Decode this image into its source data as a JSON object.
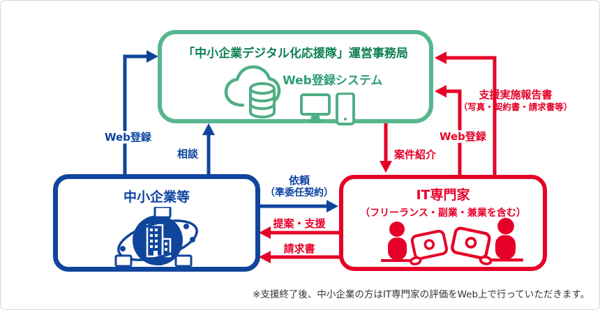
{
  "colors": {
    "green_border": "#57b68f",
    "green_icon": "#4fae85",
    "green_title": "#0c7f53",
    "green_label": "#2f9e74",
    "blue": "#10459c",
    "blue_text": "#0a43a0",
    "red": "#e60027",
    "footnote_gray": "#333333",
    "frame_border": "#d8d8d8"
  },
  "office_box": {
    "title": "「中小企業デジタル化応援隊」運営事務局",
    "system_label": "Web登録システム"
  },
  "sme_box": {
    "title": "中小企業等"
  },
  "expert_box": {
    "title": "IT専門家",
    "subtitle": "（フリーランス・副業・兼業を含む）"
  },
  "flows": {
    "sme_web_register": "Web登録",
    "consult": "相談",
    "request": "依頼",
    "request_note": "（準委任契約）",
    "proposal_support": "提案・支援",
    "invoice": "請求書",
    "case_introduction": "案件紹介",
    "expert_web_register": "Web登録",
    "support_report": "支援実施報告書",
    "support_report_note": "（写真・契約書・請求書等）"
  },
  "footnote": "※支援終了後、中小企業の方はIT専門家の評価をWeb上で行っていただきます。",
  "icons": {
    "office": [
      "cloud-database-icon",
      "monitor-icon",
      "tablet-icon"
    ],
    "sme": [
      "building-network-icon"
    ],
    "expert": [
      "person-laptop-icon",
      "person-laptop-icon"
    ]
  }
}
